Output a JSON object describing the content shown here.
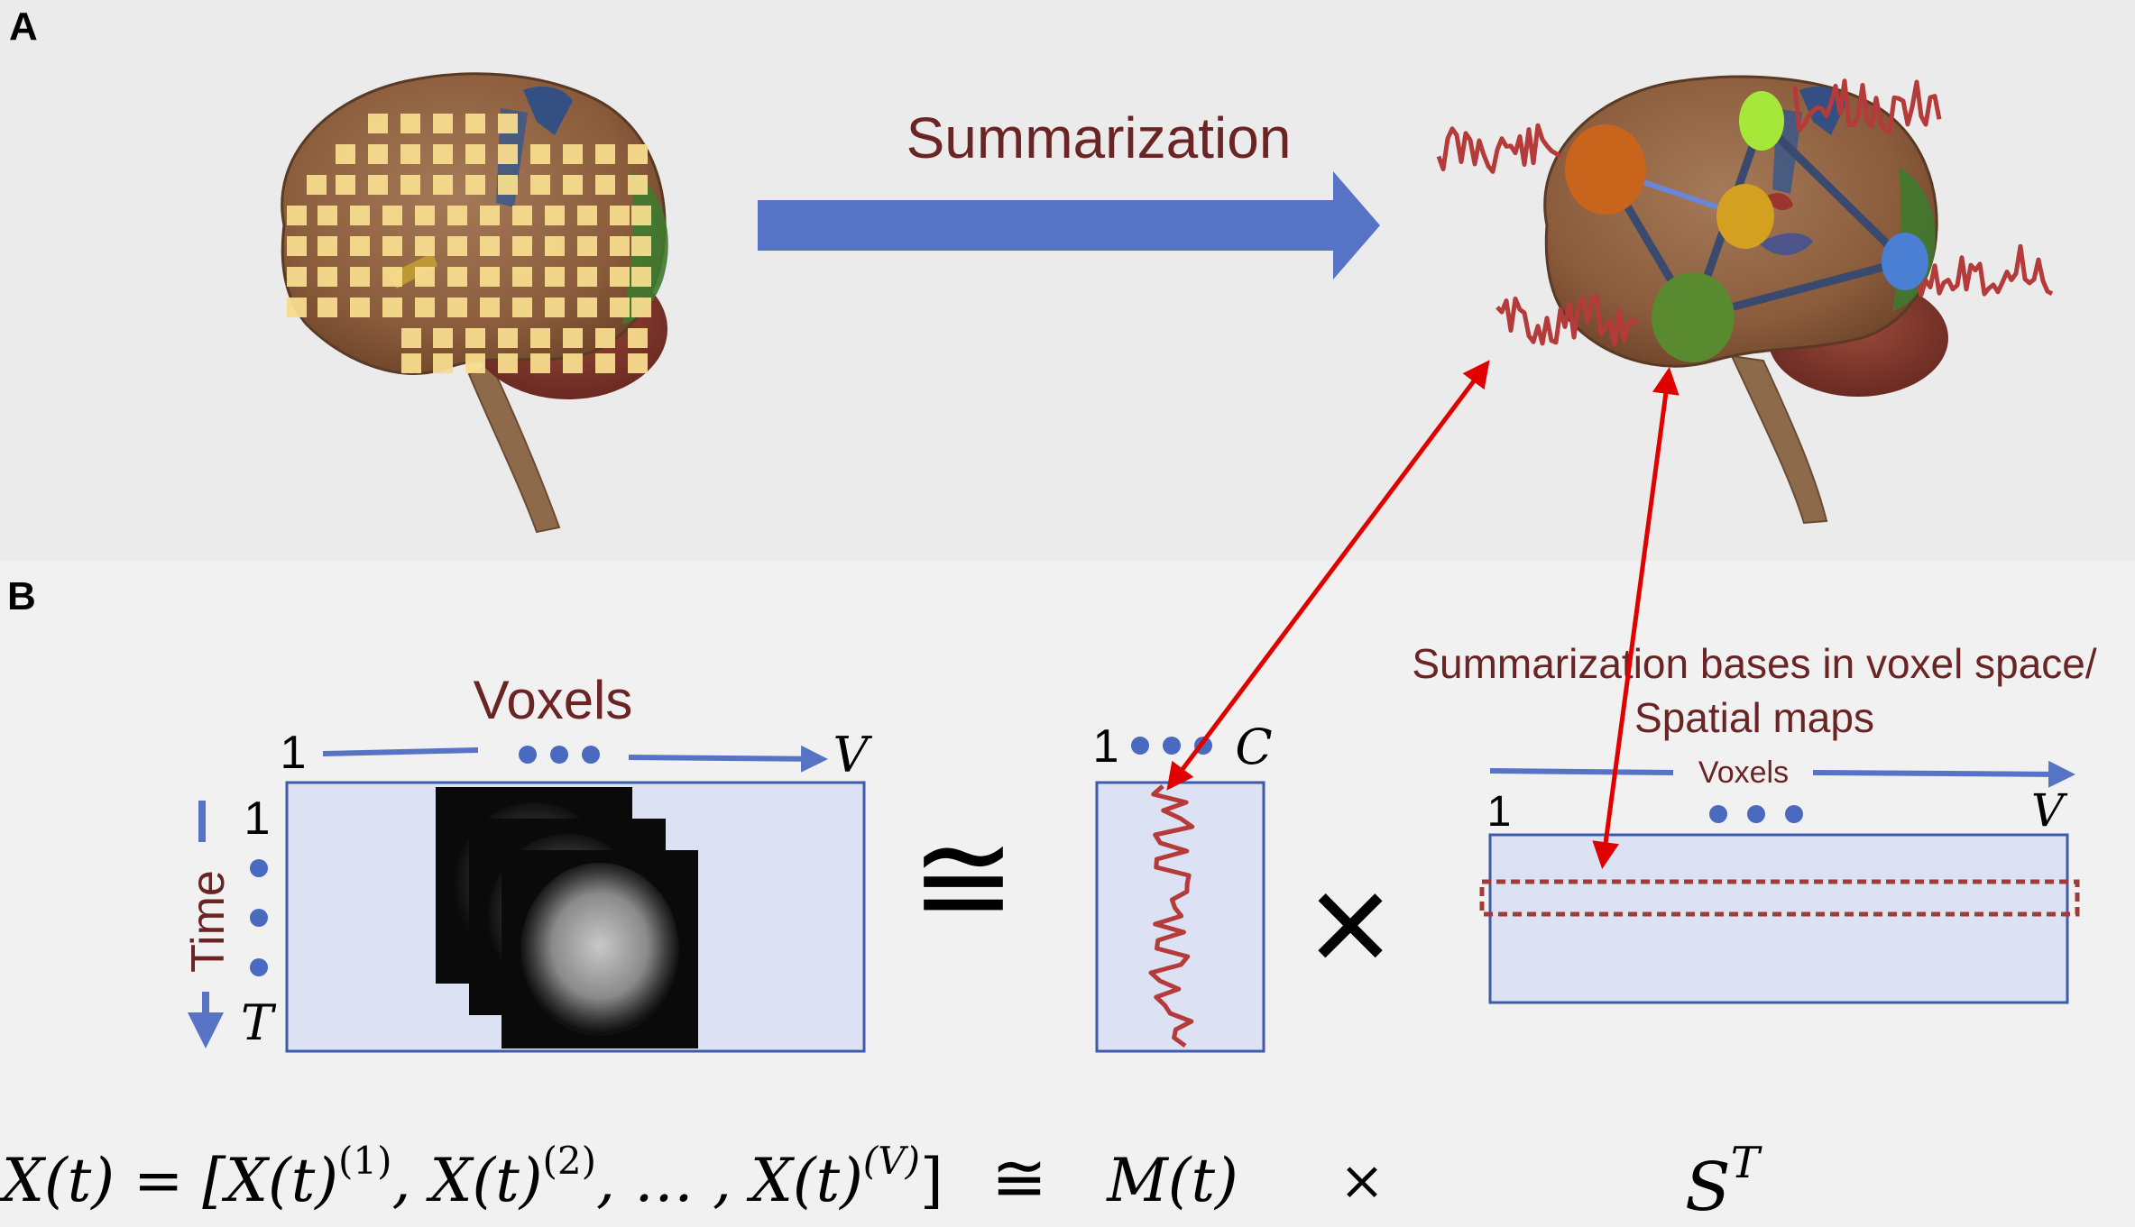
{
  "panel_a": {
    "label": "A",
    "arrow_label": "Summarization"
  },
  "panel_b": {
    "label": "B",
    "data_matrix": {
      "title": "Voxels",
      "col_start": "1",
      "col_end": "V",
      "row_start": "1",
      "row_end": "T",
      "row_axis_label": "Time"
    },
    "approx_symbol": "≅",
    "times_symbol": "×",
    "timecourse_matrix": {
      "col_start": "1",
      "col_end": "C"
    },
    "spatial_maps": {
      "title_line1": "Summarization bases in voxel space/",
      "title_line2": "Spatial maps",
      "axis_label": "Voxels",
      "col_start": "1",
      "col_end": "V"
    }
  },
  "equation": {
    "lhs": "X(t) = [X(t)",
    "sup1": "(1)",
    "sep1": ", X(t)",
    "sup2": "(2)",
    "sep2": ", … , X(t)",
    "supV": "(V)",
    "close": "]",
    "approx": "≅",
    "m_term": "M(t)",
    "times": "×",
    "s_base": "S",
    "s_sup": "T"
  },
  "colors": {
    "panel_a_bg": "#ebebeb",
    "panel_b_bg": "#f1f1f1",
    "blue_arrow": "#5773c6",
    "red_arrow": "#e00000",
    "maroon": "#6b2424",
    "signal": "#b53a3a",
    "matrix_fill": "#dce1f3",
    "matrix_stroke": "#3f5aa8",
    "voxel_square": "#f7dc8e",
    "node_orange": "#c8641c",
    "node_lime": "#a6e83a",
    "node_gold": "#d4a020",
    "node_blue": "#4b7fd4",
    "node_green": "#5a8a30"
  }
}
